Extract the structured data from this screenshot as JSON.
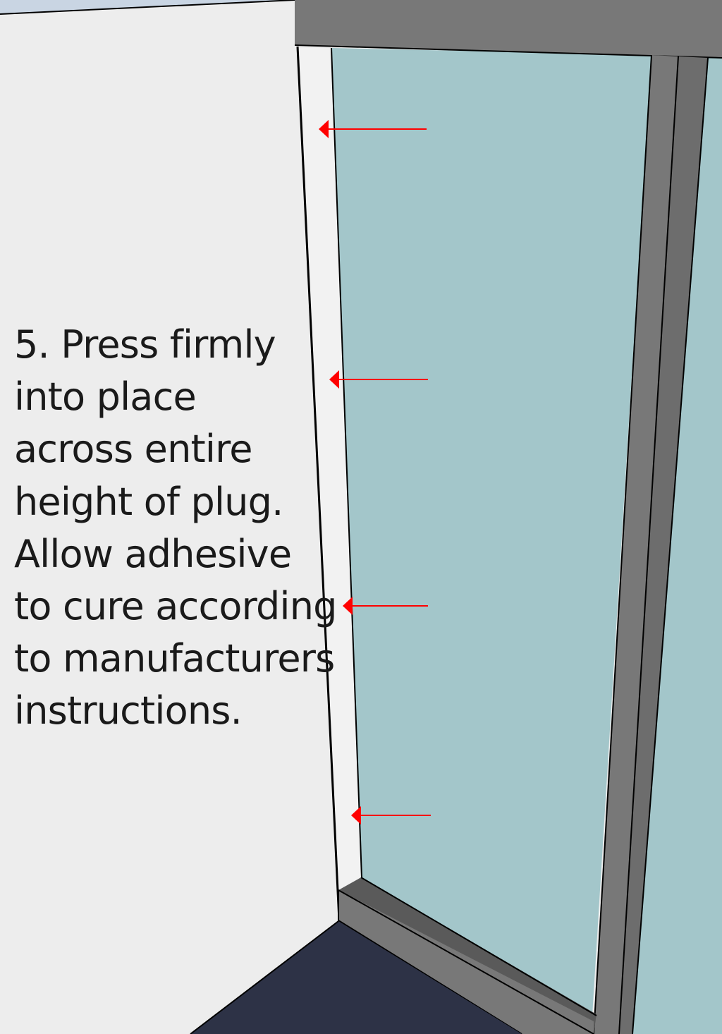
{
  "instruction": {
    "lines": [
      "5. Press firmly",
      "into place",
      "across entire",
      "height of plug.",
      "Allow adhesive",
      "to cure according",
      "to manufacturers",
      "instructions."
    ]
  },
  "colors": {
    "wall": "#ededed",
    "glass": "#a3c6ca",
    "frame": "#787878",
    "frame_dark": "#5a5a5a",
    "floor": "#2d3246",
    "arrow": "#ff0000",
    "outline": "#000000"
  },
  "annotations": {
    "press_arrows_count": 4
  }
}
